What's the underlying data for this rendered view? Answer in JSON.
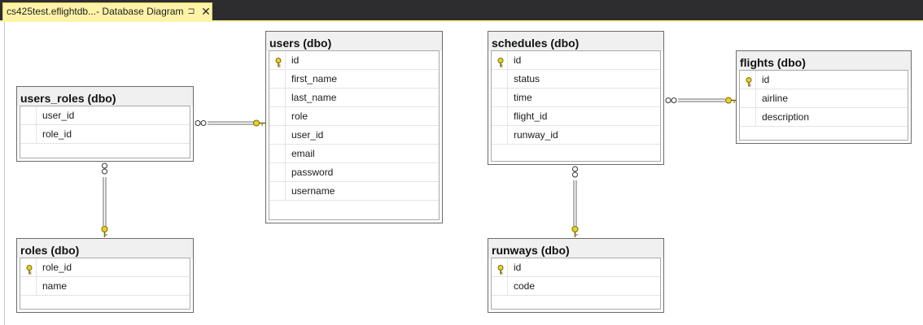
{
  "tab": {
    "title": "cs425test.eflightdb...- Database Diagram",
    "pin_glyph": "⊐",
    "close_glyph": "✕"
  },
  "colors": {
    "tab_background": "#fff3a7",
    "window_chrome": "#2d2d30",
    "key_icon": "#e8d22a",
    "relationship_line": "#6b6b6b"
  },
  "tables": {
    "users_roles": {
      "title": "users_roles (dbo)",
      "columns": [
        {
          "name": "user_id",
          "key": false
        },
        {
          "name": "role_id",
          "key": false
        }
      ]
    },
    "users": {
      "title": "users (dbo)",
      "columns": [
        {
          "name": "id",
          "key": true
        },
        {
          "name": "first_name",
          "key": false
        },
        {
          "name": "last_name",
          "key": false
        },
        {
          "name": "role",
          "key": false
        },
        {
          "name": "user_id",
          "key": false
        },
        {
          "name": "email",
          "key": false
        },
        {
          "name": "password",
          "key": false
        },
        {
          "name": "username",
          "key": false
        }
      ]
    },
    "schedules": {
      "title": "schedules (dbo)",
      "columns": [
        {
          "name": "id",
          "key": true
        },
        {
          "name": "status",
          "key": false
        },
        {
          "name": "time",
          "key": false
        },
        {
          "name": "flight_id",
          "key": false
        },
        {
          "name": "runway_id",
          "key": false
        }
      ]
    },
    "flights": {
      "title": "flights (dbo)",
      "columns": [
        {
          "name": "id",
          "key": true
        },
        {
          "name": "airline",
          "key": false
        },
        {
          "name": "description",
          "key": false
        }
      ]
    },
    "roles": {
      "title": "roles (dbo)",
      "columns": [
        {
          "name": "role_id",
          "key": true
        },
        {
          "name": "name",
          "key": false
        }
      ]
    },
    "runways": {
      "title": "runways (dbo)",
      "columns": [
        {
          "name": "id",
          "key": true
        },
        {
          "name": "code",
          "key": false
        }
      ]
    }
  },
  "relationships": [
    {
      "from": "users_roles",
      "to": "users",
      "from_end": "many",
      "to_end": "one"
    },
    {
      "from": "users_roles",
      "to": "roles",
      "from_end": "many",
      "to_end": "one"
    },
    {
      "from": "schedules",
      "to": "flights",
      "from_end": "many",
      "to_end": "one"
    },
    {
      "from": "schedules",
      "to": "runways",
      "from_end": "many",
      "to_end": "one"
    }
  ]
}
